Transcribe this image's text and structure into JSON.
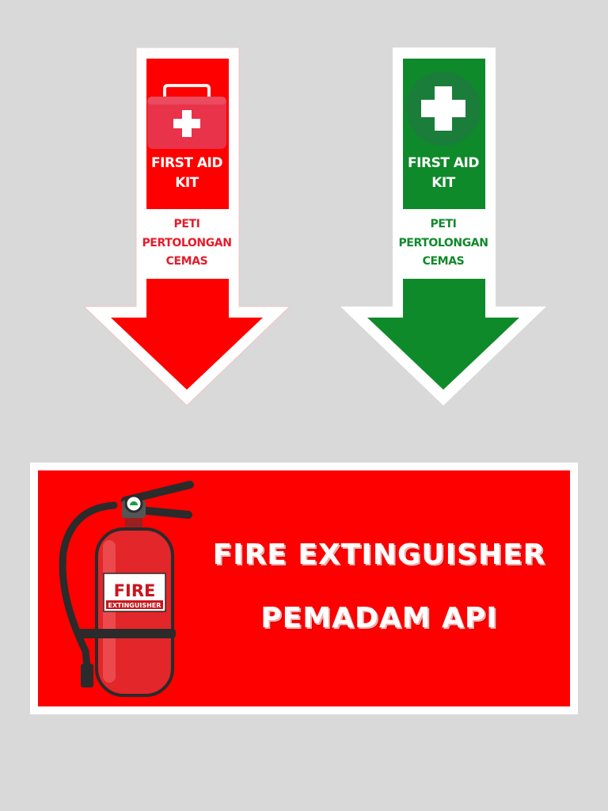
{
  "colors": {
    "background": "#d9d9d9",
    "red": "#ff0000",
    "green": "#0f8a2a",
    "white": "#ffffff"
  },
  "first_aid_red": {
    "title": "FIRST AID\nKIT",
    "subtitle": "PETI\nPERTOLONGAN\nCEMAS",
    "icon": "first-aid-kit-icon",
    "direction": "down"
  },
  "first_aid_green": {
    "title": "FIRST AID\nKIT",
    "subtitle": "PETI\nPERTOLONGAN\nCEMAS",
    "icon": "medical-cross-icon",
    "direction": "down"
  },
  "fire_sign": {
    "title": "FIRE EXTINGUISHER",
    "subtitle": "PEMADAM API",
    "icon": "fire-extinguisher-icon",
    "extinguisher_label_main": "FIRE",
    "extinguisher_label_sub": "EXTINGUISHER"
  }
}
